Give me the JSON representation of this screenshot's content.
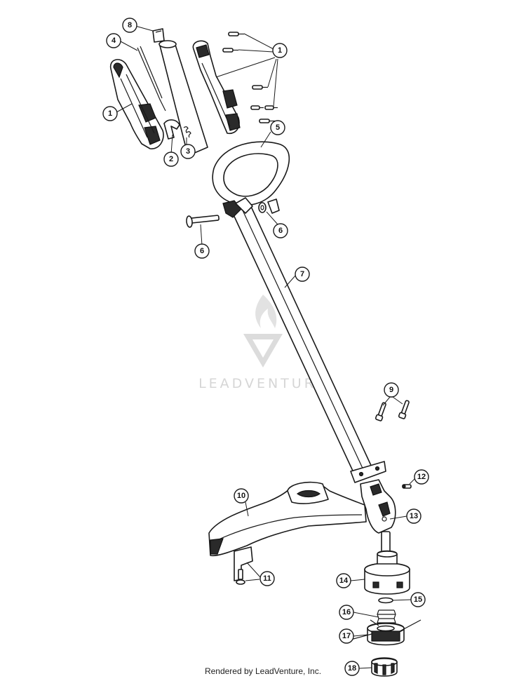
{
  "watermark": {
    "text": "LEADVENTURE"
  },
  "footer": {
    "text": "Rendered by LeadVenture, Inc."
  },
  "callouts": [
    {
      "label": "1"
    },
    {
      "label": "1"
    },
    {
      "label": "2"
    },
    {
      "label": "3"
    },
    {
      "label": "4"
    },
    {
      "label": "5"
    },
    {
      "label": "6"
    },
    {
      "label": "6"
    },
    {
      "label": "7"
    },
    {
      "label": "8"
    },
    {
      "label": "9"
    },
    {
      "label": "10"
    },
    {
      "label": "11"
    },
    {
      "label": "12"
    },
    {
      "label": "13"
    },
    {
      "label": "14"
    },
    {
      "label": "15"
    },
    {
      "label": "16"
    },
    {
      "label": "17"
    },
    {
      "label": "18"
    }
  ]
}
